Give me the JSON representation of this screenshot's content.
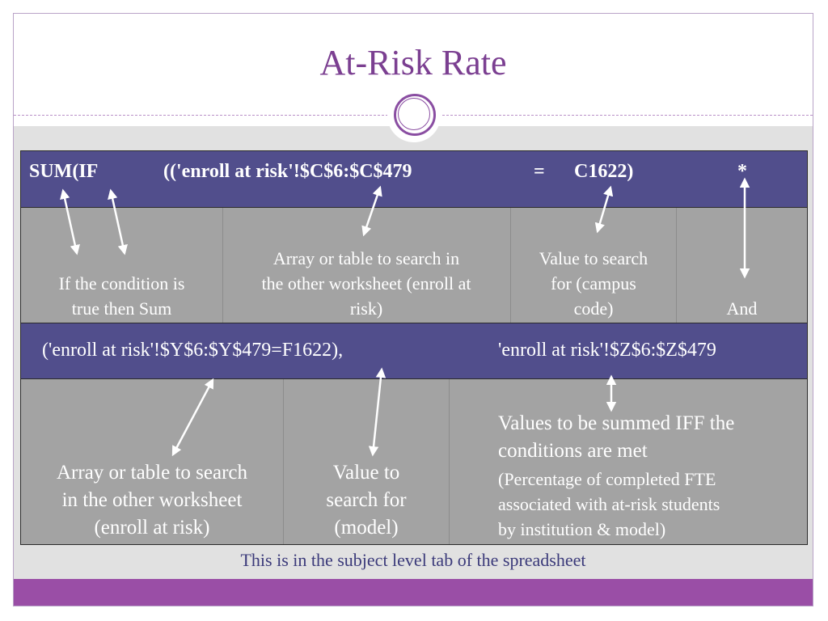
{
  "slide": {
    "title": "At-Risk Rate",
    "footnote": "This is in the subject level tab of the spreadsheet"
  },
  "row1": {
    "formula": {
      "sum_if": "SUM(IF",
      "range": "(('enroll at risk'!$C$6:$C$479",
      "equals": "=",
      "value": "C1622)",
      "star": "*"
    },
    "descriptions": {
      "condition": [
        "If the condition is",
        "true then Sum"
      ],
      "array": [
        "Array  or table to search in",
        "the other worksheet (enroll at",
        "risk)"
      ],
      "value": [
        "Value to search",
        "for (campus",
        "code)"
      ],
      "and": "And"
    }
  },
  "row2": {
    "formula": {
      "range": "('enroll at risk'!$Y$6:$Y$479=F1622),",
      "sum_range": "'enroll at risk'!$Z$6:$Z$479"
    },
    "descriptions": {
      "array": [
        "Array  or table to search",
        "in the other worksheet",
        "(enroll at risk)"
      ],
      "value": [
        "Value to",
        "search for",
        "(model)"
      ],
      "summed": [
        "Values to be summed IFF the",
        "conditions are met"
      ],
      "summed_note": [
        "(Percentage of completed FTE",
        "associated with at-risk students",
        "by institution & model)"
      ]
    }
  },
  "colors": {
    "title": "#7b3f91",
    "band": "#514e8c",
    "cell": "#a3a3a3",
    "accent_bar": "#9a4ea6",
    "footnote": "#3b3a7a"
  }
}
